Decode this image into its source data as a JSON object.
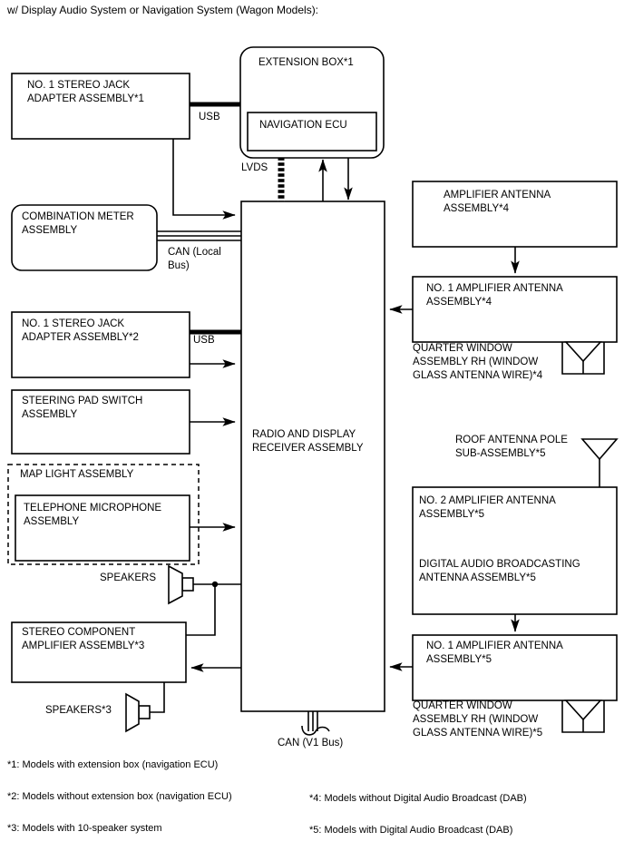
{
  "page": {
    "title": "w/ Display Audio System or Navigation System (Wagon Models):"
  },
  "blocks": {
    "stereo_jack_1": "NO. 1 STEREO JACK\nADAPTER ASSEMBLY*1",
    "extension_box": "EXTENSION BOX*1",
    "navigation_ecu": "NAVIGATION ECU",
    "combination_meter": "COMBINATION METER\nASSEMBLY",
    "stereo_jack_2": "NO. 1 STEREO JACK\nADAPTER ASSEMBLY*2",
    "steering_pad_switch": "STEERING PAD SWITCH\nASSEMBLY",
    "map_light": "MAP LIGHT ASSEMBLY",
    "telephone_microphone": "TELEPHONE MICROPHONE\nASSEMBLY",
    "stereo_component_amplifier": "STEREO COMPONENT\nAMPLIFIER ASSEMBLY*3",
    "radio_display_receiver": "RADIO AND DISPLAY\nRECEIVER ASSEMBLY",
    "amplifier_antenna_4": "AMPLIFIER ANTENNA\nASSEMBLY*4",
    "no1_amplifier_antenna_4": "NO. 1 AMPLIFIER ANTENNA\nASSEMBLY*4",
    "quarter_window_4": "QUARTER WINDOW\nASSEMBLY RH (WINDOW\nGLASS ANTENNA WIRE)*4",
    "roof_antenna_pole": "ROOF ANTENNA POLE\nSUB-ASSEMBLY*5",
    "no2_amplifier_antenna_5": "NO. 2 AMPLIFIER ANTENNA\nASSEMBLY*5",
    "digital_audio_broadcasting_antenna_5": "DIGITAL AUDIO BROADCASTING\nANTENNA ASSEMBLY*5",
    "no1_amplifier_antenna_5": "NO. 1 AMPLIFIER ANTENNA\nASSEMBLY*5",
    "quarter_window_5": "QUARTER WINDOW\nASSEMBLY RH (WINDOW\nGLASS ANTENNA WIRE)*5"
  },
  "connection_labels": {
    "usb_top": "USB",
    "usb_mid": "USB",
    "lvds": "LVDS",
    "can_local_bus": "CAN (Local\nBus)",
    "can_v1_bus": "CAN (V1 Bus)",
    "speakers": "SPEAKERS",
    "speakers_3": "SPEAKERS*3"
  },
  "footnotes": {
    "left": [
      "*1: Models with extension box (navigation ECU)",
      "*2: Models without extension box (navigation ECU)",
      "*3: Models with 10-speaker system"
    ],
    "right": [
      "*4: Models without Digital Audio Broadcast (DAB)",
      "*5: Models with Digital Audio Broadcast (DAB)"
    ]
  },
  "colors": {
    "line": "#000000",
    "background": "#ffffff",
    "text": "#000000"
  },
  "icons": {
    "speaker_top": "speaker-icon",
    "speaker_bottom": "speaker-icon",
    "antenna_quarter_4": "antenna-icon",
    "antenna_roof_pole": "antenna-icon",
    "antenna_quarter_5": "antenna-icon",
    "twisted_pair": "twisted-pair-icon",
    "lvds_ribbon": "ribbon-cable-icon"
  }
}
